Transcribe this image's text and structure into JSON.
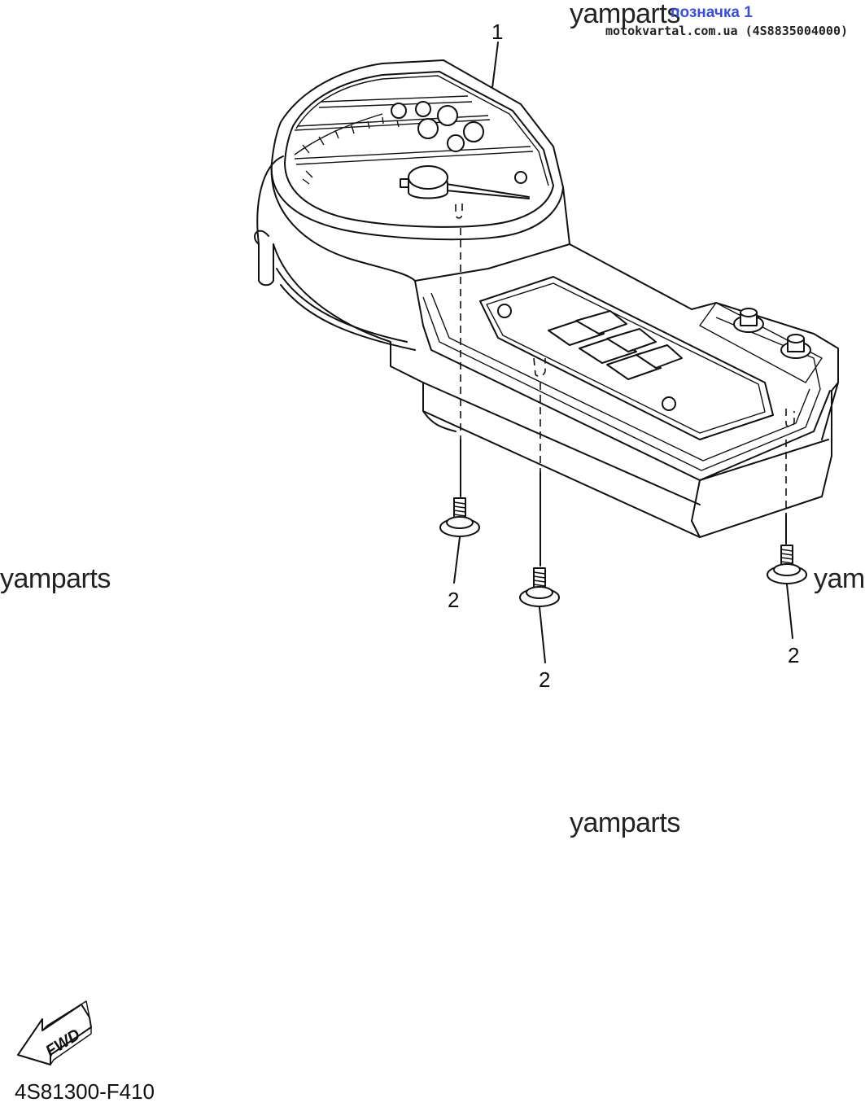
{
  "watermarks": [
    "yamparts",
    "yamparts",
    "yamparts",
    "yam"
  ],
  "header": {
    "label": "позначка 1",
    "source": "motokvartal.com.ua (4S8835004000)"
  },
  "callouts": {
    "meter_assembly": "1",
    "screw_left": "2",
    "screw_middle": "2",
    "screw_right": "2"
  },
  "fwd_label": "FWD",
  "diagram_code": "4S81300-F410"
}
